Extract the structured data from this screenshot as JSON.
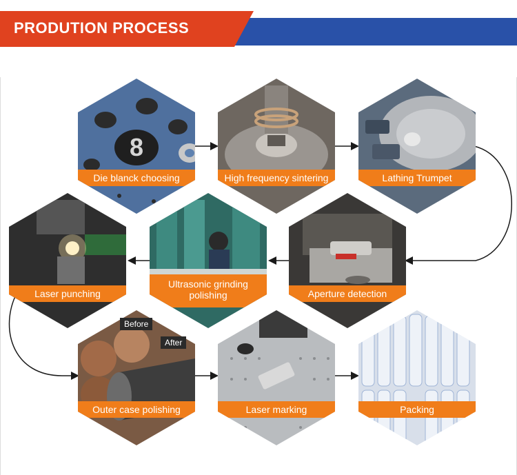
{
  "header": {
    "title": "PRODUTION  PROCESS",
    "colors": {
      "red": "#e0421f",
      "blue": "#2951a8"
    }
  },
  "accent_label_color": "#f07d1a",
  "steps": [
    {
      "label": "Die blanck choosing",
      "theme": "navy-blue"
    },
    {
      "label": "High frequency sintering",
      "theme": "brown-grey"
    },
    {
      "label": "Lathing Trumpet",
      "theme": "steel-blue"
    },
    {
      "label": "Aperture detection",
      "theme": "dark-grey"
    },
    {
      "label": "Ultrasonic grinding polishing",
      "theme": "teal-green"
    },
    {
      "label": "Laser punching",
      "theme": "dark-metal"
    },
    {
      "label": "Outer case polishing",
      "theme": "rust-brown"
    },
    {
      "label": "Laser marking",
      "theme": "silver-grey"
    },
    {
      "label": "Packing",
      "theme": "white-blue"
    }
  ],
  "tags": {
    "before": "Before",
    "after": "After"
  }
}
